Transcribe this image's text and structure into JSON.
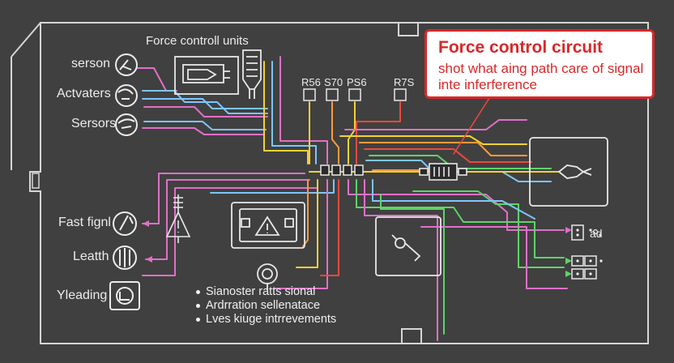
{
  "title": "Force controll units",
  "left_labels": [
    {
      "text": "serson",
      "icon": "sensor-gauge-icon"
    },
    {
      "text": "Actvaters",
      "icon": "actuator-dial-icon"
    },
    {
      "text": "Sersors",
      "icon": "sensor-dial-icon"
    },
    {
      "text": "Fast fignl",
      "icon": "signal-gauge-icon"
    },
    {
      "text": "Leatth",
      "icon": "meter-dial-icon"
    },
    {
      "text": "Yleading",
      "icon": "indicator-box-icon"
    }
  ],
  "component_codes": [
    "R56",
    "S70",
    "PS6",
    "R7S"
  ],
  "callout": {
    "title": "Force control circuit",
    "body": "shot what aing path care of signal inte inferference"
  },
  "bullets": [
    "Sianoster ratts sional",
    "Ardrration sellenatace",
    "Lves kiuge intrrevements"
  ],
  "colors": {
    "background": "#404040",
    "outline": "#d6d6d6",
    "callout_red": "#d8282a",
    "wire_pink": "#e070c8",
    "wire_blue": "#7cc6ff",
    "wire_orange": "#ff9a3c",
    "wire_yellow": "#f2d233",
    "wire_green": "#5ed46a",
    "wire_red": "#f0483c"
  }
}
